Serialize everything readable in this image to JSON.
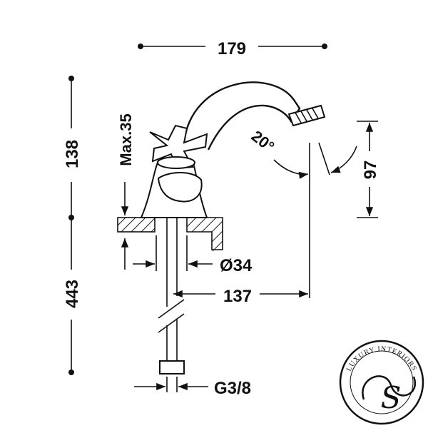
{
  "drawing": {
    "product": "basin mixer faucet",
    "dimensions": {
      "overall_width": "179",
      "spout_height": "138",
      "max_counter_thickness": "Max.35",
      "spout_angle": "20°",
      "spout_outlet_height": "97",
      "hole_diameter": "Ø34",
      "spout_reach": "137",
      "hose_length": "443",
      "connection": "G3/8"
    }
  },
  "logo": {
    "text": "LUXURY INTERIORS",
    "monogram": "S"
  }
}
